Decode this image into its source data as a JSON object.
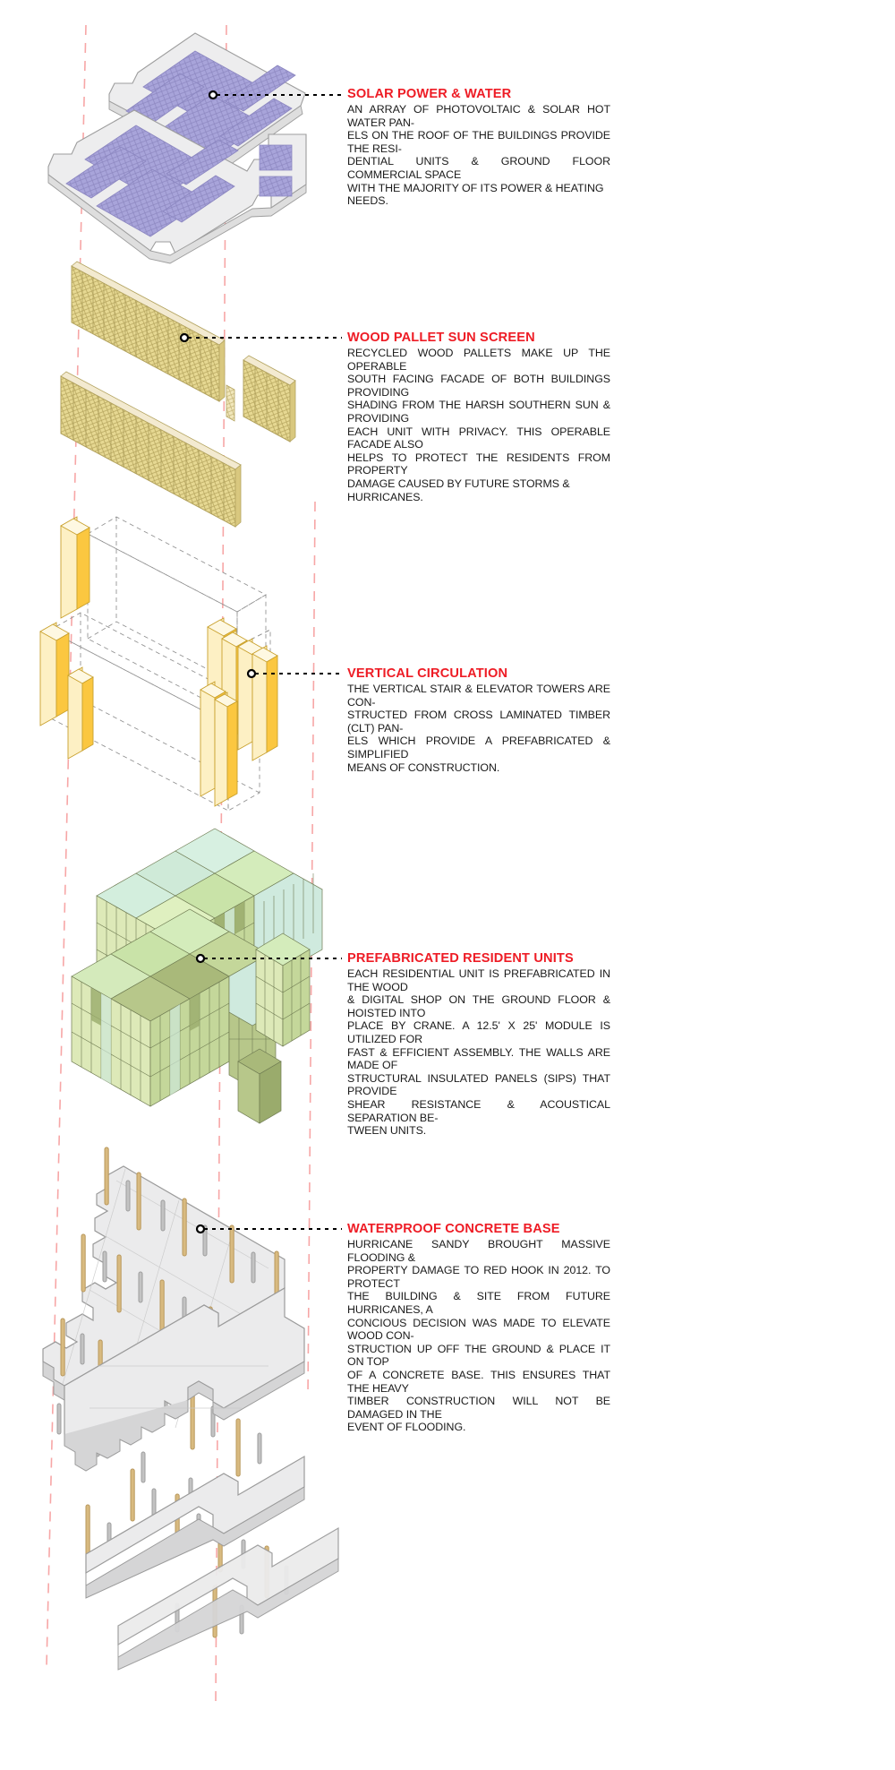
{
  "document": {
    "type": "exploded-axonometric-architectural-diagram",
    "background_color": "#ffffff",
    "accent_color": "#ee1c25",
    "body_text_color": "#1a1a1a",
    "guideline_color": "#f7a6a6",
    "leader_color": "#000000"
  },
  "callouts": [
    {
      "id": "solar-power-water",
      "title": "SOLAR POWER & WATER",
      "body": "AN ARRAY OF PHOTOVOLTAIC & SOLAR HOT WATER PANELS ON THE ROOF OF THE BUILDINGS PROVIDE THE RESIDENTIAL UNITS & GROUND FLOOR COMMERCIAL SPACE WITH THE MAJORITY OF ITS POWER & HEATING NEEDS.",
      "lines": [
        "AN ARRAY OF PHOTOVOLTAIC & SOLAR HOT WATER PAN-",
        "ELS ON THE ROOF OF THE BUILDINGS PROVIDE THE RESI-",
        "DENTIAL UNITS & GROUND FLOOR COMMERCIAL SPACE",
        "WITH THE MAJORITY OF ITS POWER & HEATING NEEDS."
      ]
    },
    {
      "id": "wood-pallet-sun-screen",
      "title": "WOOD PALLET SUN SCREEN",
      "body": "RECYCLED WOOD PALLETS MAKE UP THE OPERABLE SOUTH FACING FACADE OF BOTH BUILDINGS PROVIDING SHADING FROM THE HARSH SOUTHERN SUN & PROVIDING EACH UNIT WITH PRIVACY. THIS OPERABLE FACADE ALSO HELPS TO PROTECT THE RESIDENTS FROM PROPERTY DAMAGE CAUSED BY FUTURE STORMS & HURRICANES.",
      "lines": [
        "RECYCLED WOOD PALLETS MAKE UP THE OPERABLE",
        "SOUTH FACING FACADE OF BOTH BUILDINGS PROVIDING",
        "SHADING FROM THE HARSH SOUTHERN SUN & PROVIDING",
        "EACH UNIT WITH PRIVACY. THIS OPERABLE FACADE ALSO",
        "HELPS TO PROTECT THE RESIDENTS FROM PROPERTY",
        "DAMAGE CAUSED BY FUTURE STORMS & HURRICANES."
      ]
    },
    {
      "id": "vertical-circulation",
      "title": "VERTICAL CIRCULATION",
      "body": "THE VERTICAL STAIR & ELEVATOR TOWERS ARE CONSTRUCTED FROM CROSS LAMINATED TIMBER (CLT) PANELS WHICH PROVIDE A PREFABRICATED & SIMPLIFIED MEANS OF CONSTRUCTION.",
      "lines": [
        "THE VERTICAL STAIR & ELEVATOR TOWERS ARE CON-",
        "STRUCTED FROM CROSS LAMINATED TIMBER (CLT) PAN-",
        "ELS WHICH PROVIDE A PREFABRICATED & SIMPLIFIED",
        "MEANS OF CONSTRUCTION."
      ]
    },
    {
      "id": "prefabricated-resident-units",
      "title": "PREFABRICATED RESIDENT UNITS",
      "body": "EACH RESIDENTIAL UNIT IS PREFABRICATED IN THE WOOD & DIGITAL SHOP ON THE GROUND FLOOR & HOISTED INTO PLACE BY CRANE. A 12.5' X 25' MODULE IS UTILIZED FOR FAST & EFFICIENT ASSEMBLY. THE WALLS ARE MADE OF STRUCTURAL INSULATED PANELS (SIPS) THAT PROVIDE SHEAR RESISTANCE & ACOUSTICAL SEPARATION BETWEEN UNITS.",
      "lines": [
        "EACH RESIDENTIAL UNIT IS PREFABRICATED IN THE WOOD",
        "& DIGITAL SHOP ON THE GROUND FLOOR & HOISTED INTO",
        "PLACE BY CRANE. A 12.5' X 25' MODULE IS UTILIZED FOR",
        "FAST & EFFICIENT ASSEMBLY.  THE WALLS ARE MADE OF",
        "STRUCTURAL INSULATED PANELS (SIPS) THAT PROVIDE",
        "SHEAR RESISTANCE & ACOUSTICAL SEPARATION BE-",
        "TWEEN UNITS."
      ]
    },
    {
      "id": "waterproof-concrete-base",
      "title": "WATERPROOF CONCRETE BASE",
      "body": "HURRICANE SANDY BROUGHT MASSIVE FLOODING & PROPERTY DAMAGE TO RED HOOK IN 2012. TO PROTECT THE BUILDING & SITE FROM FUTURE HURRICANES, A CONCIOUS DECISION WAS MADE TO ELEVATE WOOD CONSTRUCTION UP OFF THE GROUND & PLACE IT ON TOP OF A CONCRETE BASE. THIS ENSURES THAT THE HEAVY TIMBER CONSTRUCTION WILL NOT BE DAMAGED IN THE EVENT OF FLOODING.",
      "lines": [
        "HURRICANE SANDY BROUGHT MASSIVE FLOODING &",
        "PROPERTY DAMAGE TO RED HOOK IN 2012. TO PROTECT",
        "THE BUILDING  & SITE FROM FUTURE HURRICANES, A",
        "CONCIOUS DECISION WAS MADE TO ELEVATE WOOD CON-",
        "STRUCTION UP OFF THE GROUND & PLACE IT ON TOP",
        "OF A CONCRETE BASE. THIS ENSURES THAT THE HEAVY",
        "TIMBER CONSTRUCTION WILL NOT BE DAMAGED IN THE",
        "EVENT OF FLOODING."
      ]
    }
  ],
  "layers": [
    {
      "id": "solar-roof-layer",
      "name": "Solar Power & Water roof plates",
      "element_colors": {
        "panel": "#a8a4da",
        "panel_stroke": "#8d89c4",
        "roof_plate": "#ececed",
        "roof_stroke": "#9b9b9b"
      }
    },
    {
      "id": "sun-screen-layer",
      "name": "Wood Pallet Sun Screen",
      "element_colors": {
        "pallet": "#e3d48b",
        "pallet_light": "#f0e6b6",
        "pallet_stroke": "#b9a964"
      }
    },
    {
      "id": "circulation-layer",
      "name": "Vertical Circulation CLT towers",
      "element_colors": {
        "clt_face": "#fbc740",
        "clt_top": "#fdf0c4",
        "clt_side": "#fae09a",
        "wireframe": "#8a8a8a"
      }
    },
    {
      "id": "unit-layer",
      "name": "Prefabricated Resident Units",
      "element_colors": {
        "mint": "#cfeede",
        "pale_green": "#e0efb9",
        "olive": "#a9b97a",
        "dark_olive": "#8d9d63",
        "light_mint": "#dff3ea",
        "stroke": "#6f7b52"
      }
    },
    {
      "id": "base-layer",
      "name": "Waterproof Concrete Base",
      "element_colors": {
        "slab": "#e8e8e8",
        "slab_stroke": "#9a9a9a",
        "wood_rod": "#d7b87c",
        "steel_rod": "#b4b4b4"
      }
    }
  ]
}
